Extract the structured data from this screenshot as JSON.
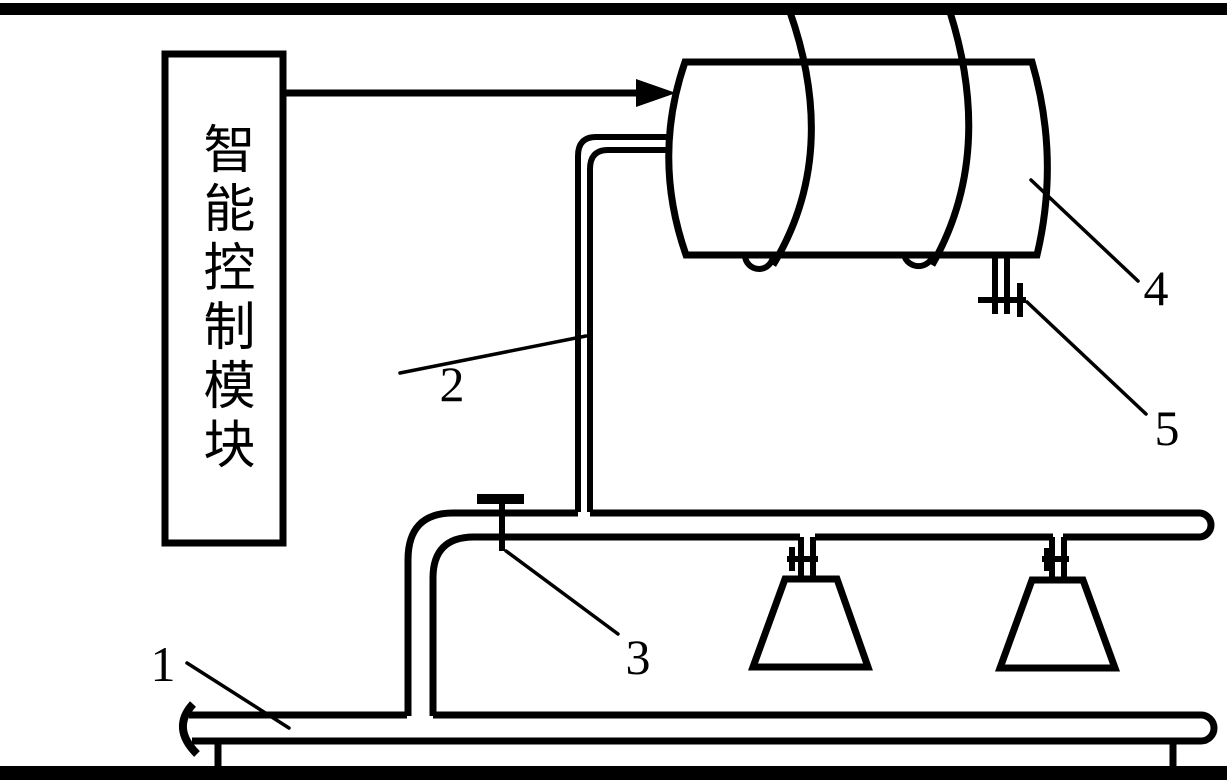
{
  "figure": {
    "type": "patent-line-drawing",
    "background_color": "#ffffff",
    "line_color": "#000000",
    "control_module": {
      "label": "智能控制模块"
    },
    "reference_labels": {
      "r1": "1",
      "r2": "2",
      "r3": "3",
      "r4": "4",
      "r5": "5"
    }
  }
}
